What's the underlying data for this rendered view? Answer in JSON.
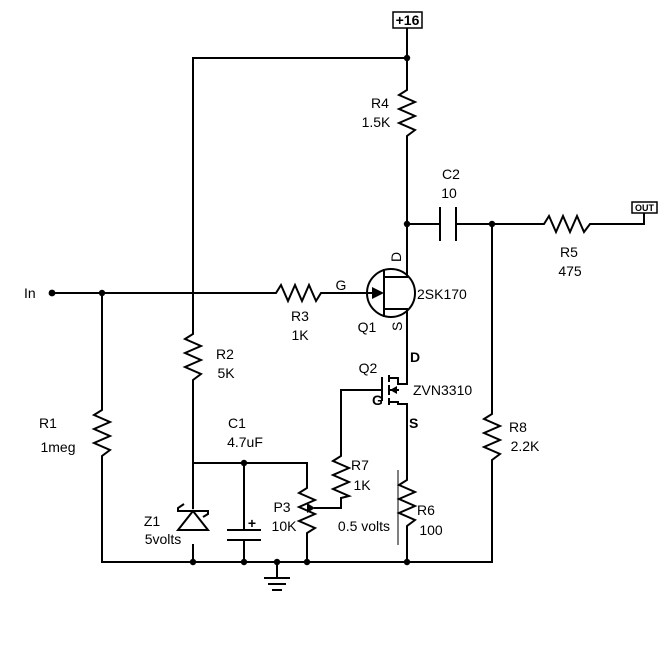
{
  "supply": {
    "label": "+16"
  },
  "input": {
    "label": "In"
  },
  "output": {
    "label": "OUT"
  },
  "components": {
    "R1": {
      "ref": "R1",
      "value": "1meg"
    },
    "R2": {
      "ref": "R2",
      "value": "5K"
    },
    "R3": {
      "ref": "R3",
      "value": "1K"
    },
    "R4": {
      "ref": "R4",
      "value": "1.5K"
    },
    "R5": {
      "ref": "R5",
      "value": "475"
    },
    "R6": {
      "ref": "R6",
      "value": "100"
    },
    "R7": {
      "ref": "R7",
      "value": "1K"
    },
    "R8": {
      "ref": "R8",
      "value": "2.2K"
    },
    "C1": {
      "ref": "C1",
      "value": "4.7uF"
    },
    "C2": {
      "ref": "C2",
      "value": "10"
    },
    "P3": {
      "ref": "P3",
      "value": "10K"
    },
    "Z1": {
      "ref": "Z1",
      "value": "5volts"
    },
    "Q1": {
      "ref": "Q1",
      "part": "2SK170",
      "gate": "G",
      "drain": "D",
      "source": "S"
    },
    "Q2": {
      "ref": "Q2",
      "part": "ZVN3310",
      "gate": "G",
      "drain": "D",
      "source": "S"
    }
  },
  "annotations": {
    "source_voltage": "0.5 volts",
    "cap_polarity": "+"
  }
}
